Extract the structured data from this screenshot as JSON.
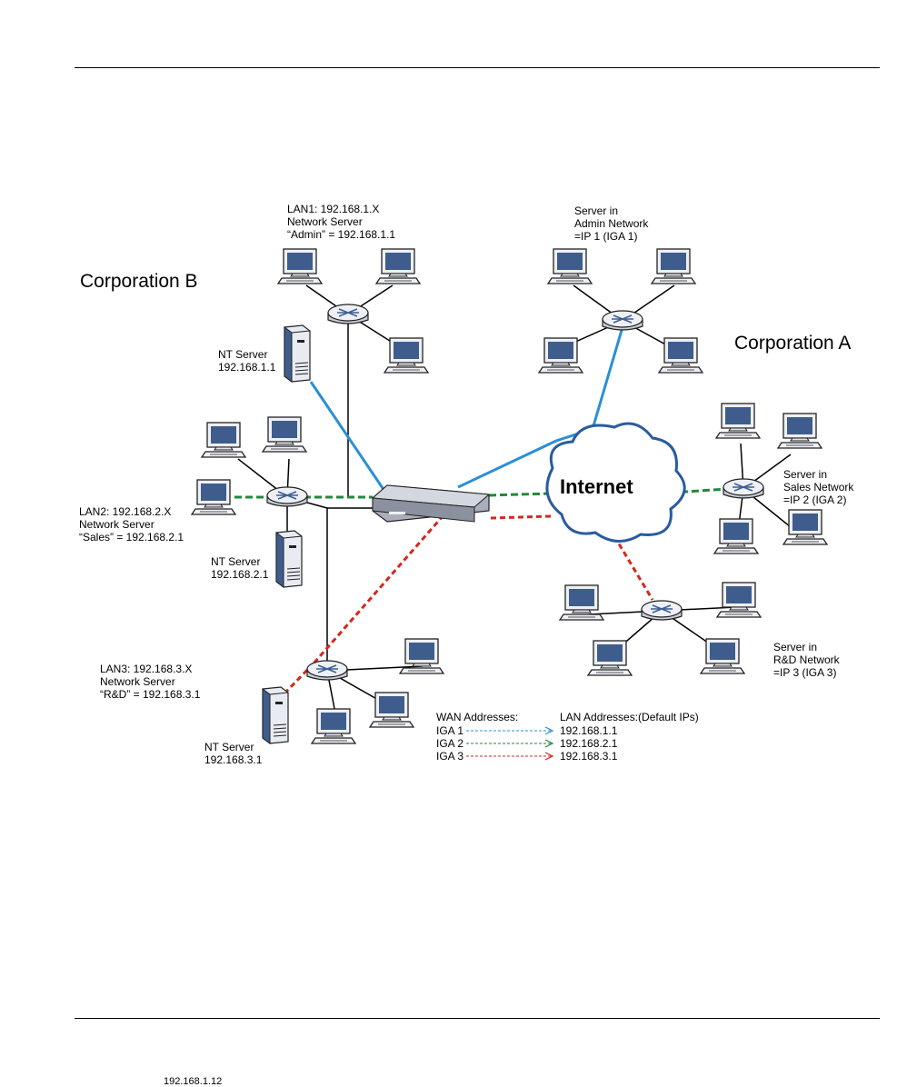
{
  "diagram": {
    "corp_b_title": "Corporation B",
    "corp_a_title": "Corporation A",
    "internet_label": "Internet",
    "lan1": {
      "line1": "LAN1: 192.168.1.X",
      "line2": "Network Server",
      "line3": "“Admin” = 192.168.1.1"
    },
    "lan2": {
      "line1": "LAN2: 192.168.2.X",
      "line2": "Network Server",
      "line3": "“Sales” = 192.168.2.1"
    },
    "lan3": {
      "line1": "LAN3: 192.168.3.X",
      "line2": "Network Server",
      "line3": "“R&D” = 192.168.3.1"
    },
    "nt1": {
      "line1": "NT Server",
      "line2": "192.168.1.1"
    },
    "nt2": {
      "line1": "NT Server",
      "line2": "192.168.2.1"
    },
    "nt3": {
      "line1": "NT Server",
      "line2": "192.168.3.1"
    },
    "admin": {
      "line1": "Server in",
      "line2": "Admin Network",
      "line3": "=IP 1 (IGA 1)"
    },
    "sales": {
      "line1": "Server in",
      "line2": "Sales Network",
      "line3": "=IP 2 (IGA 2)"
    },
    "rnd": {
      "line1": "Server in",
      "line2": "R&D Network",
      "line3": "=IP 3 (IGA 3)"
    },
    "legend": {
      "wan_header": "WAN Addresses:",
      "lan_header": "LAN Addresses:(Default IPs)",
      "rows": [
        {
          "wan": "IGA 1",
          "lan": "192.168.1.1",
          "color": "#2a8fd6"
        },
        {
          "wan": "IGA 2",
          "lan": "192.168.2.1",
          "color": "#1f8a3a"
        },
        {
          "wan": "IGA 3",
          "lan": "192.168.3.1",
          "color": "#d2281e"
        }
      ]
    },
    "colors": {
      "blue": "#2a8fd6",
      "green": "#1f8a3a",
      "red": "#d2281e"
    }
  },
  "footer_fragment": "192.168.1.12"
}
